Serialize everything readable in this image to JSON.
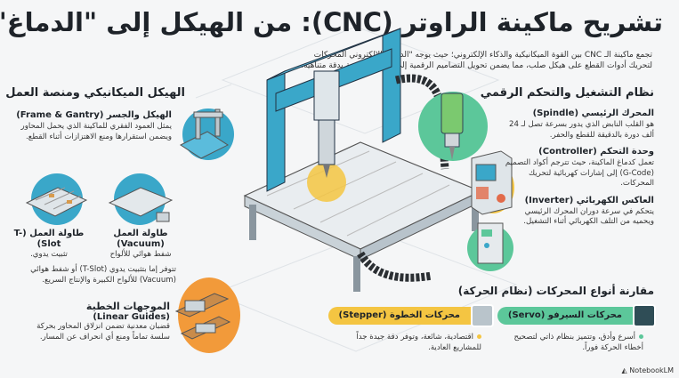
{
  "title": "تشريح ماكينة الراوتر (CNC): من الهيكل إلى \"الدماغ\"",
  "subtitle": "تجمع ماكينة الـ CNC بين القوة الميكانيكية والذكاء الإلكتروني؛ حيث يوجه \"الدماغ\" الإلكتروني المحركات لتحريك أدوات القطع على هيكل صلب، مما يضمن تحويل التصاميم الرقمية إلى منتجات واقعية بدقة متناهية.",
  "left": {
    "heading": "الهيكل الميكانيكي ومنصة العمل",
    "frame": {
      "title": "الهيكل والجسر (Frame & Gantry)",
      "body": "يمثل العمود الفقري للماكينة الذي يحمل المحاور ويضمن استقرارها ومنع الاهتزازات أثناء القطع."
    },
    "tslot": {
      "title": "طاولة العمل (T-Slot)",
      "body": "تثبيت يدوي."
    },
    "vacuum": {
      "title": "طاولة العمل (Vacuum)",
      "body": "شفط هوائي للألواح"
    },
    "tables_note": "تتوفر إما بتثبيت يدوي (T-Slot) أو شفط هوائي (Vacuum) للألواح الكبيرة والإنتاج السريع.",
    "guides": {
      "title": "الموجهات الخطية",
      "subtitle": "(Linear Guides)",
      "body": "قضبان معدنية تضمن انزلاق المحاور بحركة سلسة تماماً ومنع أي انحراف عن المسار."
    }
  },
  "right": {
    "heading": "نظام التشغيل والتحكم الرقمي",
    "spindle": {
      "title": "المحرك الرئيسي (Spindle)",
      "body": "هو القلب النابض الذي يدور بسرعة تصل لـ 24 ألف دورة بالدقيقة للقطع والحفر."
    },
    "controller": {
      "title": "وحدة التحكم (Controller)",
      "body": "تعمل كدماغ الماكينة، حيث تترجم أكواد التصميم (G-Code) إلى إشارات كهربائية لتحريك المحركات."
    },
    "inverter": {
      "title": "العاكس الكهربائي (Inverter)",
      "body": "يتحكم في سرعة دوران المحرك الرئيسي ويحميه من التلف الكهربائي أثناء التشغيل."
    },
    "comparison_heading": "مقارنة أنواع المحركات (نظام الحركة)",
    "servo": {
      "label": "محركات السيرفو (Servo)",
      "body": "أسرع وأدق، وتتميز بنظام ذاتي لتصحيح أخطاء الحركة فوراً."
    },
    "stepper": {
      "label": "محركات الخطوة (Stepper)",
      "body": "اقتصادية، شائعة، وتوفر دقة جيدة جداً للمشاريع العادية."
    }
  },
  "brand": "NotebookLM",
  "colors": {
    "blue": "#3aa7c9",
    "green": "#5cc79a",
    "yellow": "#f4c542",
    "orange": "#f29a3a"
  }
}
